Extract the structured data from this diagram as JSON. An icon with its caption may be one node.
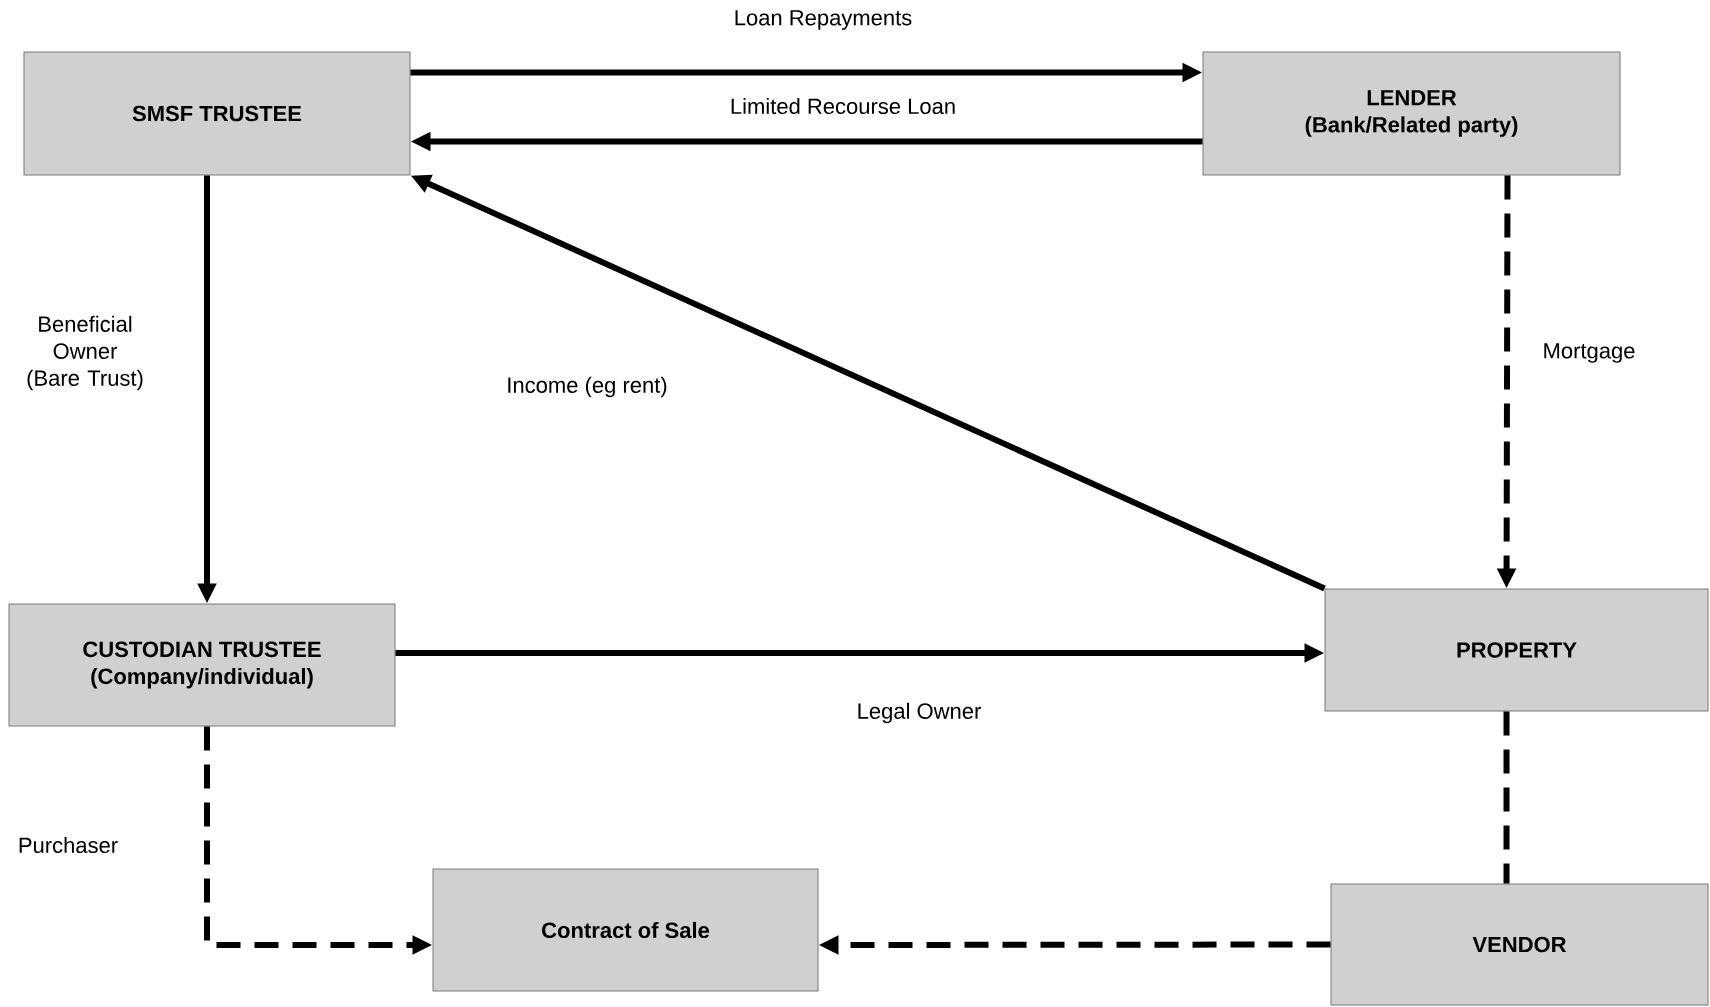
{
  "diagram": {
    "nodes": [
      {
        "text": [
          "SMSF TRUSTEE"
        ]
      },
      {
        "text": [
          "LENDER",
          "(Bank/Related party)"
        ]
      },
      {
        "text": [
          "CUSTODIAN TRUSTEE",
          "(Company/individual)"
        ]
      },
      {
        "text": [
          "PROPERTY"
        ]
      },
      {
        "text": [
          "Contract of Sale"
        ]
      },
      {
        "text": [
          "VENDOR"
        ]
      }
    ],
    "edges": [
      {
        "from": 0,
        "to": 1,
        "arrow": "to",
        "label": "Loan Repayments"
      },
      {
        "from": 1,
        "to": 0,
        "arrow": "to",
        "label": "Limited Recourse Loan"
      },
      {
        "from": 0,
        "to": 2,
        "arrow": "to",
        "label": "Beneficial Owner (Bare Trust)"
      },
      {
        "from": 3,
        "to": 0,
        "arrow": "to",
        "label": "Income (eg rent)"
      },
      {
        "from": 1,
        "to": 3,
        "arrow": "to",
        "label": "Mortgage",
        "style": "dashed"
      },
      {
        "from": 2,
        "to": 3,
        "arrow": "to",
        "label": "Legal Owner"
      },
      {
        "from": 2,
        "to": 4,
        "arrow": "to",
        "label": "Purchaser",
        "style": "dashed"
      },
      {
        "from": 3,
        "to": 5,
        "arrow": "none",
        "style": "dashed"
      },
      {
        "from": 5,
        "to": 4,
        "arrow": "to",
        "style": "dashed"
      }
    ]
  }
}
